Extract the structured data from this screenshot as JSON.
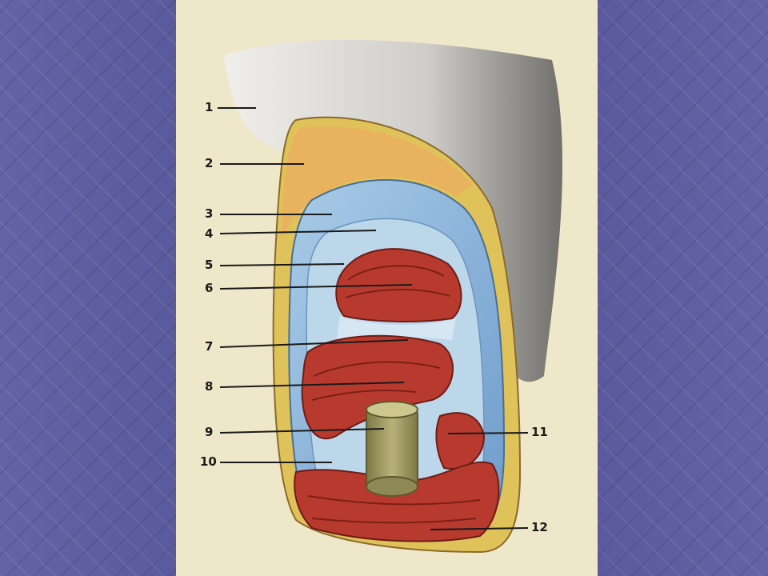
{
  "diagram": {
    "labels": [
      {
        "id": "1",
        "text": "1"
      },
      {
        "id": "2",
        "text": "2"
      },
      {
        "id": "3",
        "text": "3"
      },
      {
        "id": "4",
        "text": "4"
      },
      {
        "id": "5",
        "text": "5"
      },
      {
        "id": "6",
        "text": "6"
      },
      {
        "id": "7",
        "text": "7"
      },
      {
        "id": "8",
        "text": "8"
      },
      {
        "id": "9",
        "text": "9"
      },
      {
        "id": "10",
        "text": "10"
      },
      {
        "id": "11",
        "text": "11"
      },
      {
        "id": "12",
        "text": "12"
      }
    ],
    "colors": {
      "background": "#5b5b9c",
      "plate": "#efe7ca",
      "skin": "#d8d8d8",
      "fat": "#e7b862",
      "outer_membrane": "#8fb7d9",
      "inner_membrane": "#bcd6ea",
      "muscle": "#b83a2e",
      "tube": "#a8a267"
    }
  }
}
